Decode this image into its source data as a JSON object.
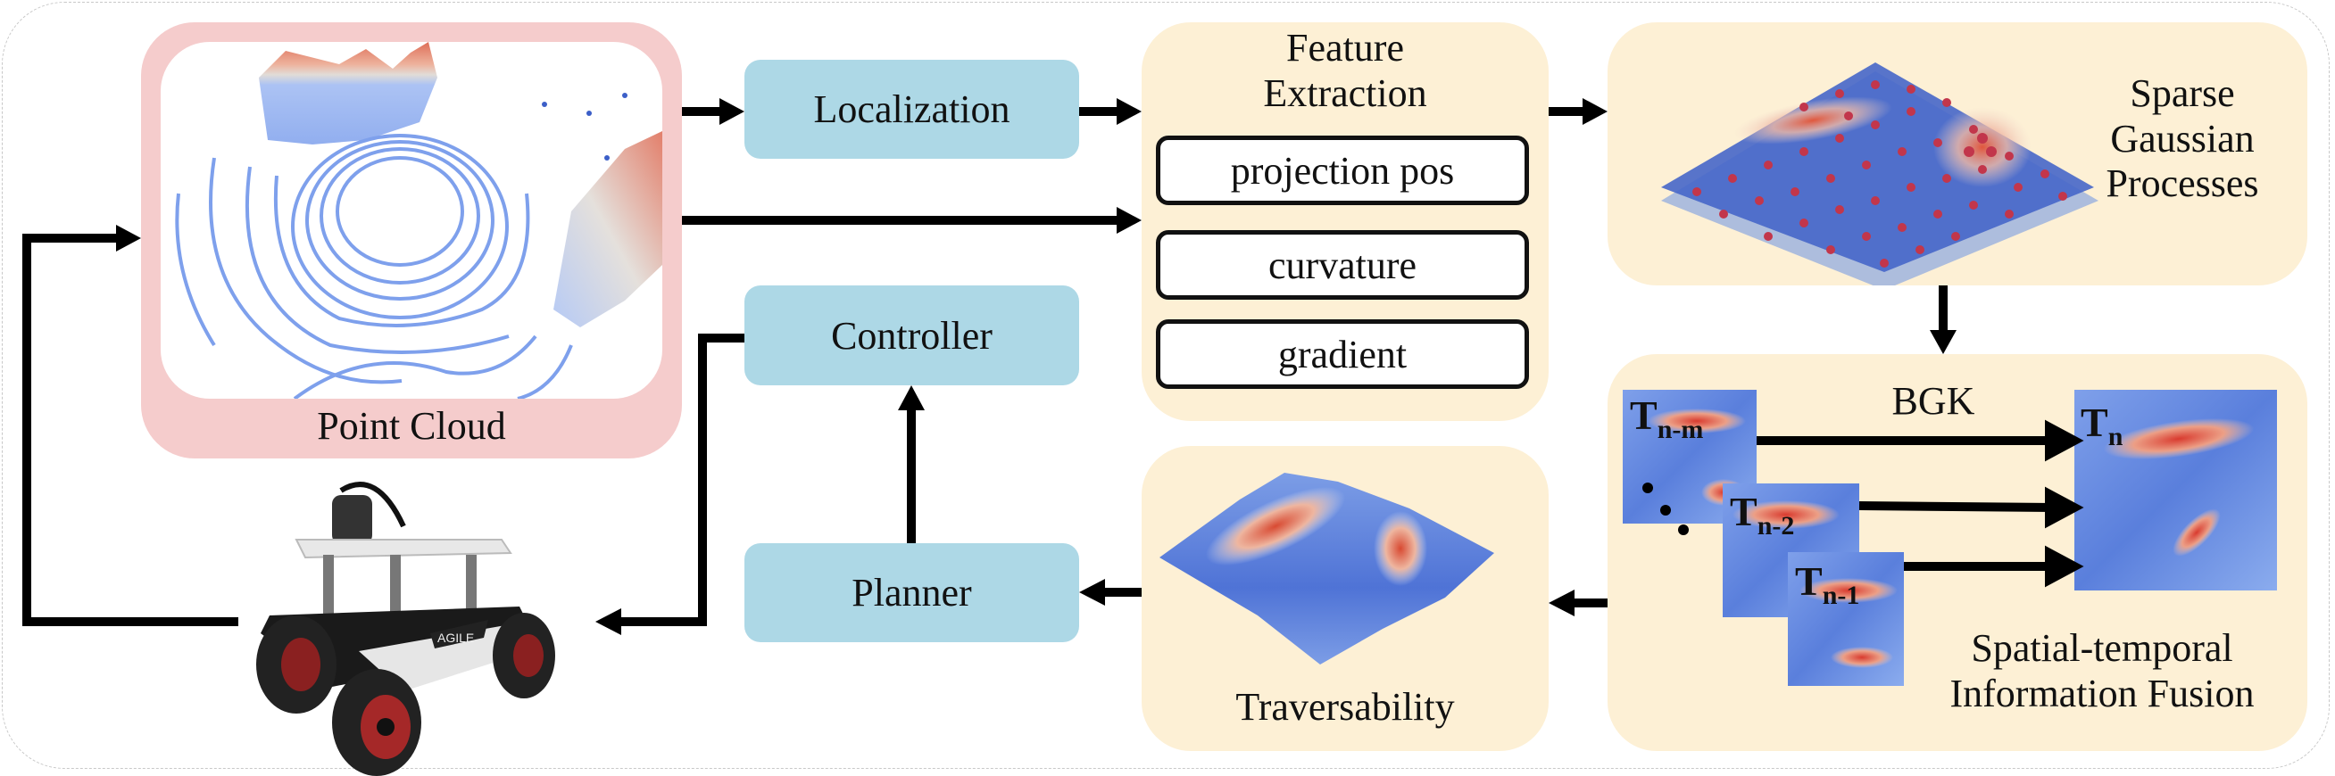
{
  "diagram": {
    "point_cloud": {
      "label": "Point Cloud"
    },
    "localization": {
      "label": "Localization"
    },
    "controller": {
      "label": "Controller"
    },
    "planner": {
      "label": "Planner"
    },
    "feature_extraction": {
      "title_line1": "Feature",
      "title_line2": "Extraction",
      "items": [
        "projection pos",
        "curvature",
        "gradient"
      ]
    },
    "sparse_gp": {
      "line1": "Sparse",
      "line2": "Gaussian",
      "line3": "Processes"
    },
    "fusion": {
      "method_label": "BGK",
      "tiles": [
        {
          "base": "T",
          "sub": "n-m"
        },
        {
          "base": "T",
          "sub": "n-2"
        },
        {
          "base": "T",
          "sub": "n-1"
        },
        {
          "base": "T",
          "sub": "n"
        }
      ],
      "line1": "Spatial-temporal",
      "line2": "Information Fusion"
    },
    "traversability": {
      "label": "Traversability"
    },
    "robot": {
      "badge": "AGILE"
    },
    "colors": {
      "pink_box": "#f5cccc",
      "blue_box": "#add8e6",
      "yellow_box": "#fdf0d5",
      "arrow": "#000000",
      "low_cost": "#4a6fd8",
      "high_cost": "#d9442e"
    }
  }
}
